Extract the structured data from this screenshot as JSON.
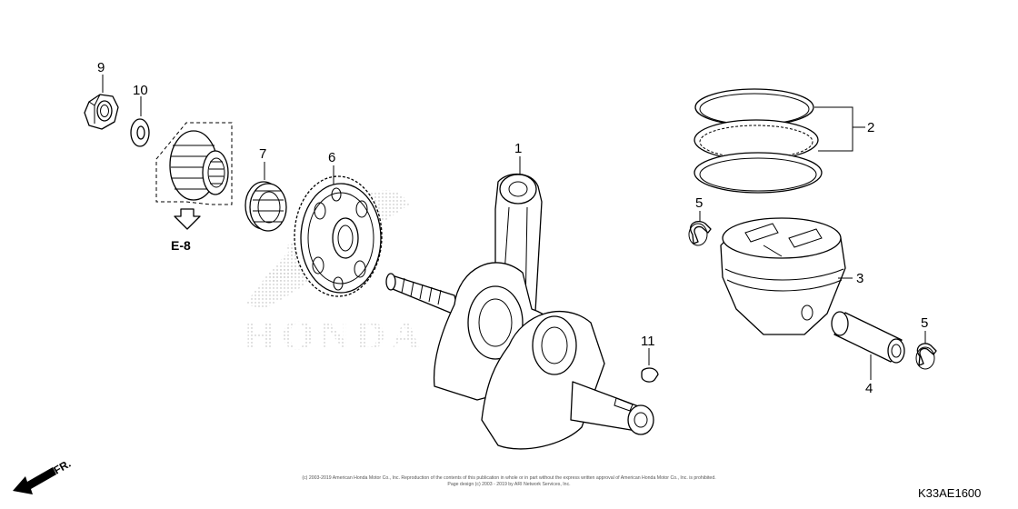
{
  "callouts": {
    "crankshaft": "1",
    "piston_rings": "2",
    "piston": "3",
    "piston_pin": "4",
    "clip_upper": "5",
    "clip_lower": "5",
    "primary_drive_gear": "6",
    "bearing": "7",
    "nut": "9",
    "washer": "10",
    "woodruff_key": "11"
  },
  "reference": "E-8",
  "orientation": "FR.",
  "watermark": "HONDA",
  "diagram_code": "K33AE1600",
  "copyright_line_1": "(c) 2003-2019 American Honda Motor Co., Inc. Reproduction of the contents of this publication in whole or in part without the express written approval of American Honda Motor Co., Inc. is prohibited.",
  "copyright_line_2": "Page design (c) 2003 - 2019 by ARI Network Services, Inc."
}
